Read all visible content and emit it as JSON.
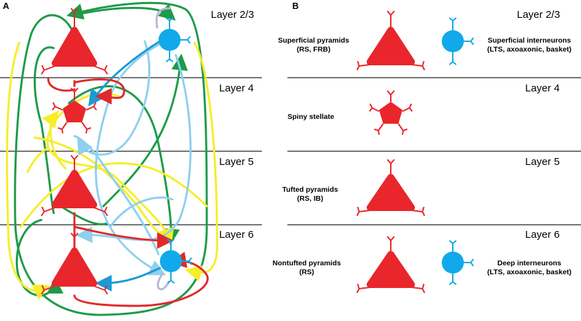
{
  "panels": {
    "a": {
      "letter": "A"
    },
    "b": {
      "letter": "B"
    }
  },
  "layers": {
    "l23": "Layer 2/3",
    "l4": "Layer 4",
    "l5": "Layer 5",
    "l6": "Layer 6"
  },
  "cells": {
    "superficial_pyramids": {
      "line1": "Superficial pyramids",
      "line2": "(RS, FRB)"
    },
    "superficial_interneurons": {
      "line1": "Superficial interneurons",
      "line2": "(LTS, axoaxonic, basket)"
    },
    "spiny_stellate": {
      "line1": "Spiny stellate"
    },
    "tufted_pyramids": {
      "line1": "Tufted pyramids",
      "line2": "(RS, IB)"
    },
    "nontufted_pyramids": {
      "line1": "Nontufted pyramids",
      "line2": "(RS)"
    },
    "deep_interneurons": {
      "line1": "Deep interneurons",
      "line2": "(LTS, axoaxonic, basket)"
    }
  },
  "colors": {
    "pyramid": "#e8262b",
    "interneuron": "#11a9e9",
    "excit_green": "#1e9a4a",
    "yellow": "#f5ee28",
    "light_blue": "#8fd0ee",
    "lavender": "#b8b6d8",
    "red": "#e02a2a",
    "blue": "#1a9ad6"
  }
}
